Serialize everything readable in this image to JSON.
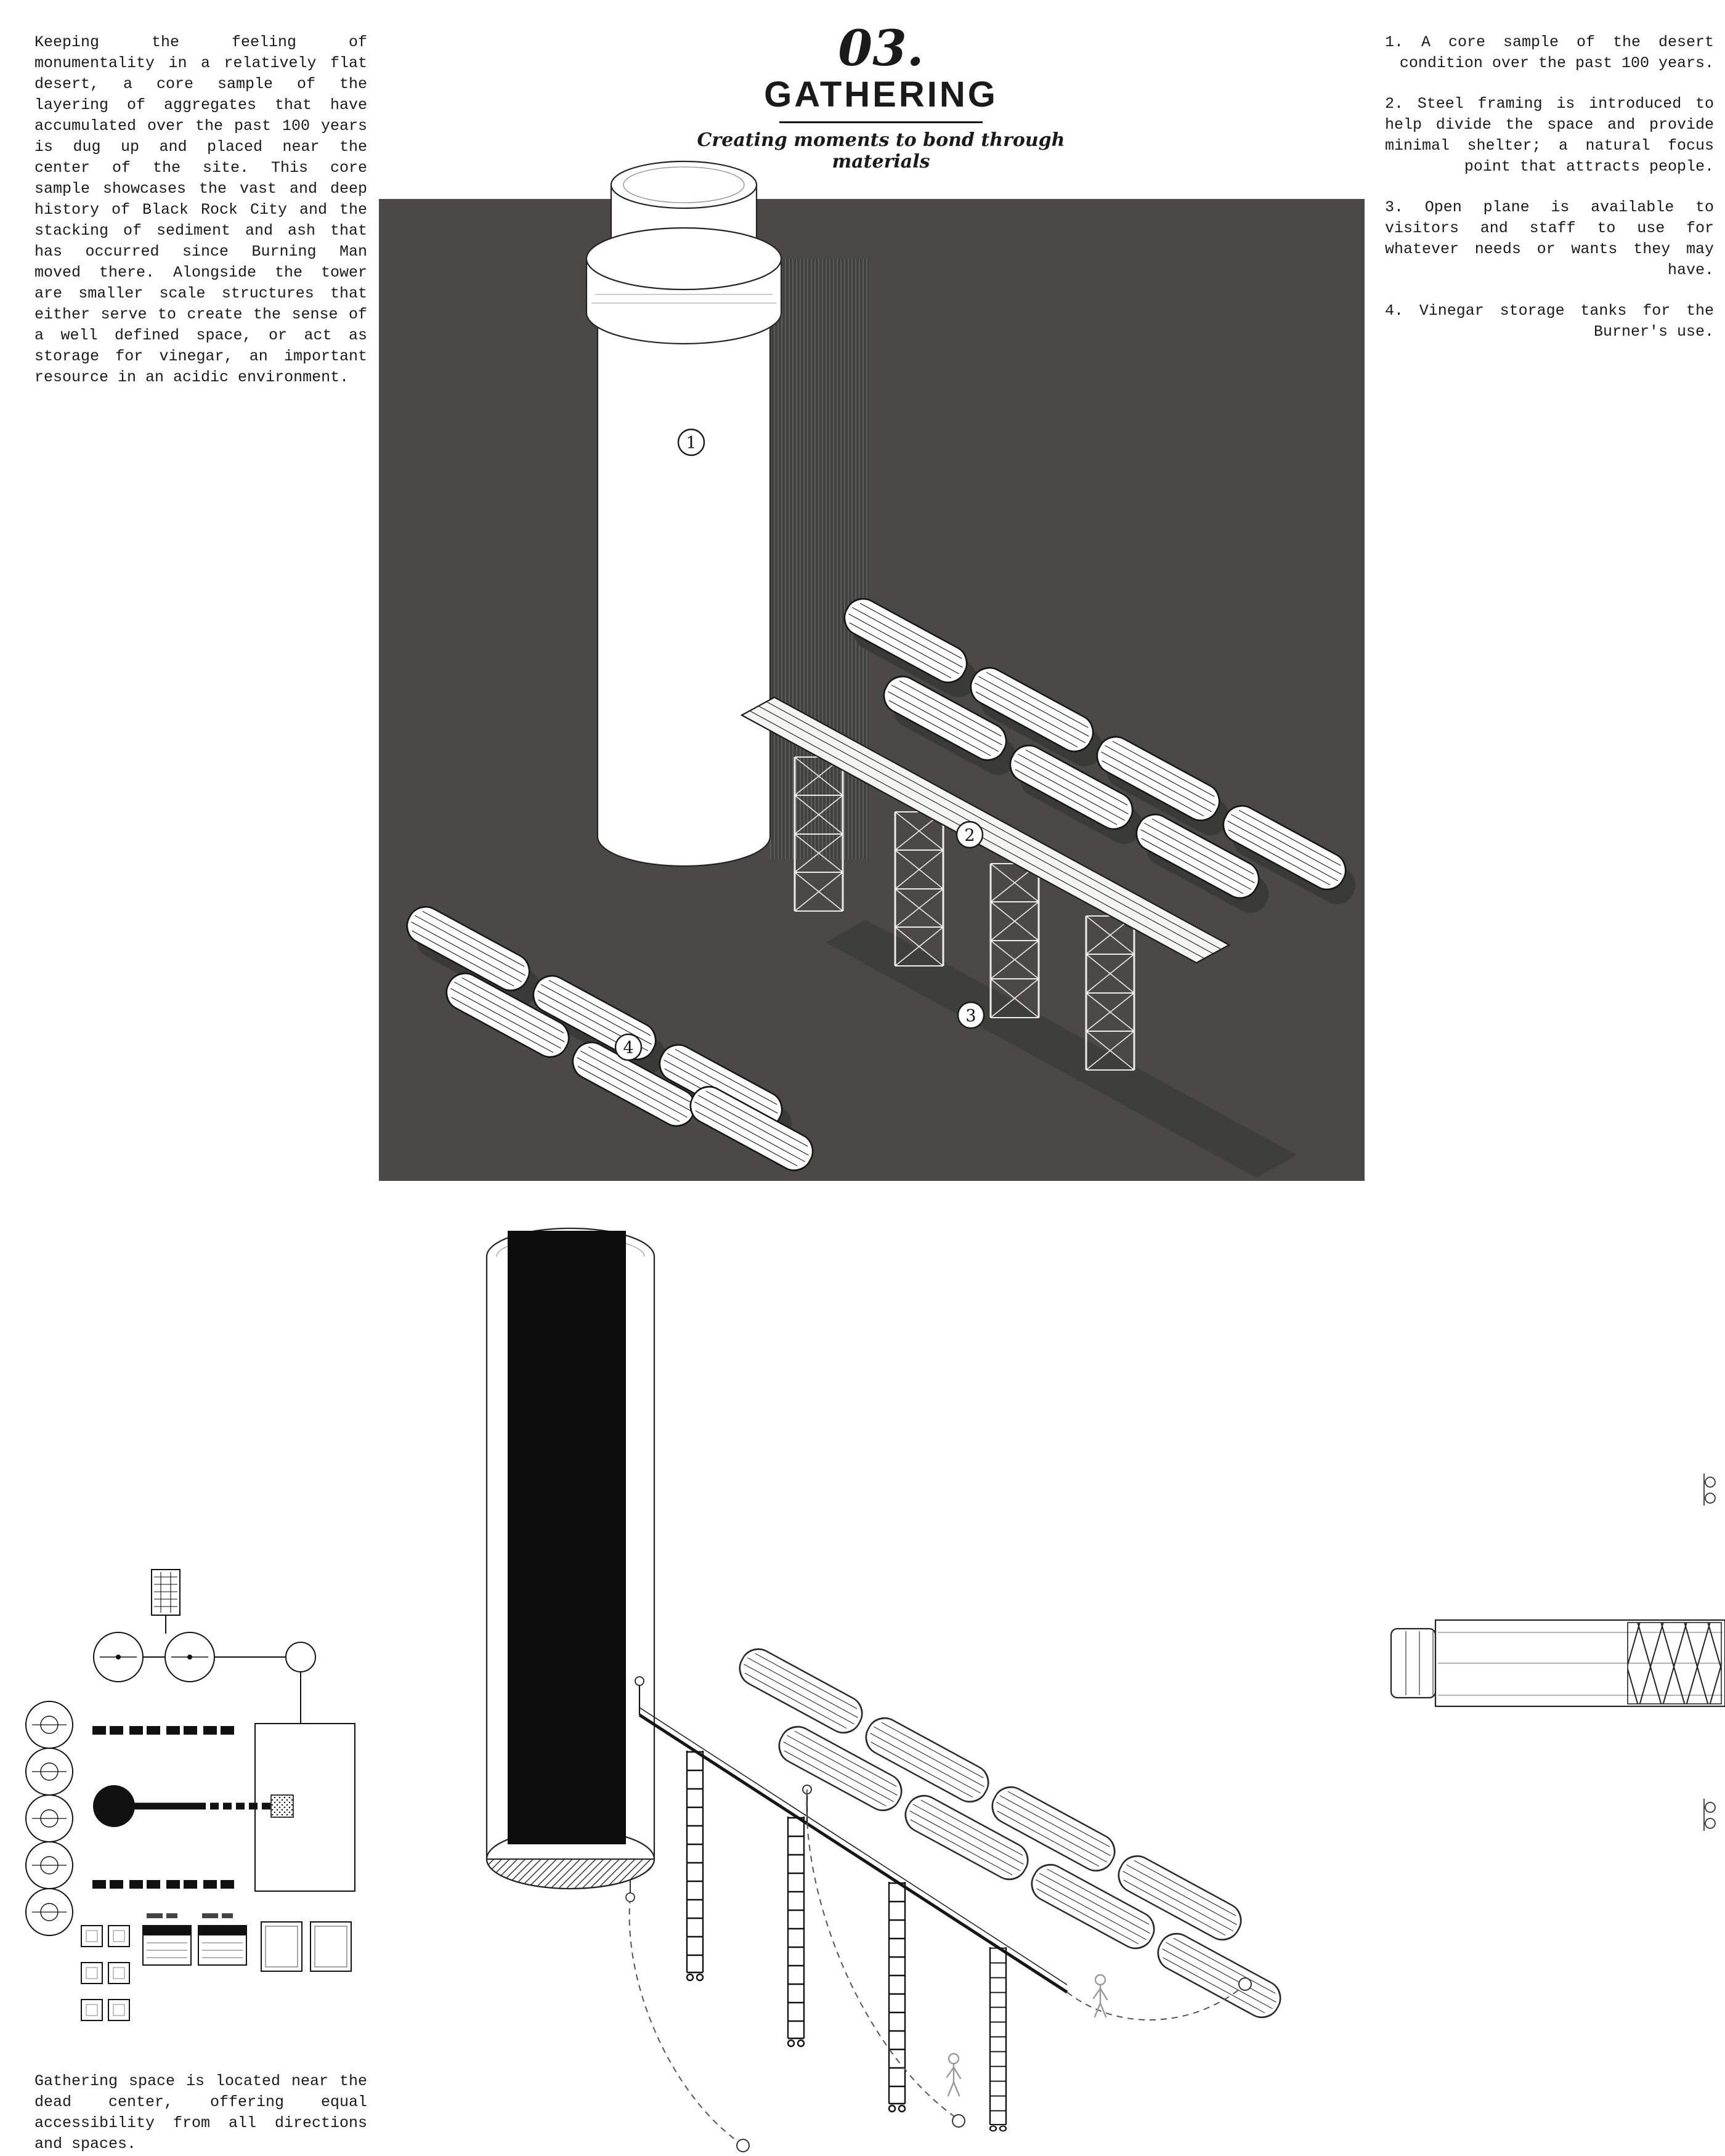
{
  "header": {
    "number": "03.",
    "title": "GATHERING",
    "subtitle": "Creating moments to bond through materials"
  },
  "intro": {
    "text": "Keeping the feeling of monumentality in a relatively flat desert, a core sample of the layering of aggregates that have accumulated over the past 100 years is dug up and placed near the center of the site. This core sample showcases the vast and deep history of Black Rock City and the stacking of sediment and ash that has occurred since Burning Man moved there. Alongside the tower are smaller scale structures that either serve to create the sense of a well defined space, or act as storage for vinegar, an important resource in an acidic environment."
  },
  "notes": {
    "items": [
      {
        "text": "1. A core sample of the desert condition over the past 100 years."
      },
      {
        "text": "2. Steel framing is introduced to help divide the space and provide minimal shelter; a natural focus point that attracts people."
      },
      {
        "text": "3. Open plane is available to visitors and staff to use for whatever needs or wants they may have."
      },
      {
        "text": "4. Vinegar storage tanks for the Burner's use."
      }
    ]
  },
  "axon": {
    "background": "#4a4948",
    "markers": [
      {
        "label": "1"
      },
      {
        "label": "2"
      },
      {
        "label": "3"
      },
      {
        "label": "4"
      }
    ]
  },
  "caption": {
    "text": "Gathering space is located near the dead center, offering equal accessibility from all directions and spaces."
  }
}
